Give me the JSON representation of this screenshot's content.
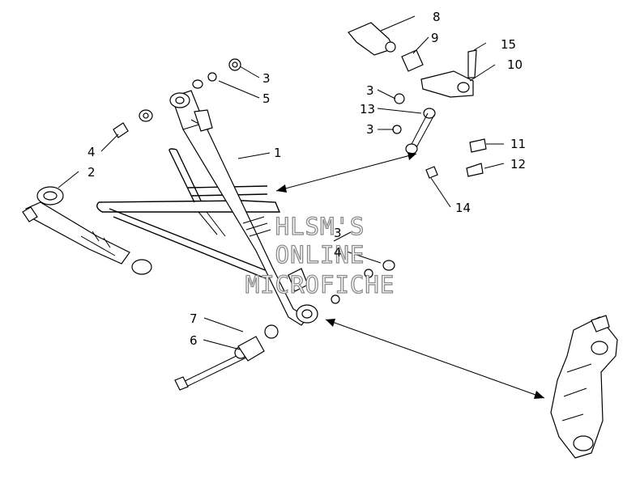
{
  "callouts": [
    {
      "id": "c8",
      "text": "8"
    },
    {
      "id": "c9",
      "text": "9"
    },
    {
      "id": "c15",
      "text": "15"
    },
    {
      "id": "c10",
      "text": "10"
    },
    {
      "id": "c3a",
      "text": "3"
    },
    {
      "id": "c5",
      "text": "5"
    },
    {
      "id": "c3b",
      "text": "3"
    },
    {
      "id": "c13",
      "text": "13"
    },
    {
      "id": "c3c",
      "text": "3"
    },
    {
      "id": "c11",
      "text": "11"
    },
    {
      "id": "c12",
      "text": "12"
    },
    {
      "id": "c4a",
      "text": "4"
    },
    {
      "id": "c1",
      "text": "1"
    },
    {
      "id": "c2",
      "text": "2"
    },
    {
      "id": "c14",
      "text": "14"
    },
    {
      "id": "c3d",
      "text": "3"
    },
    {
      "id": "c4b",
      "text": "4"
    },
    {
      "id": "c7",
      "text": "7"
    },
    {
      "id": "c6",
      "text": "6"
    }
  ],
  "watermark": {
    "line1": "HLSM'S",
    "line2": "ONLINE",
    "line3": "MICROFICHE"
  }
}
